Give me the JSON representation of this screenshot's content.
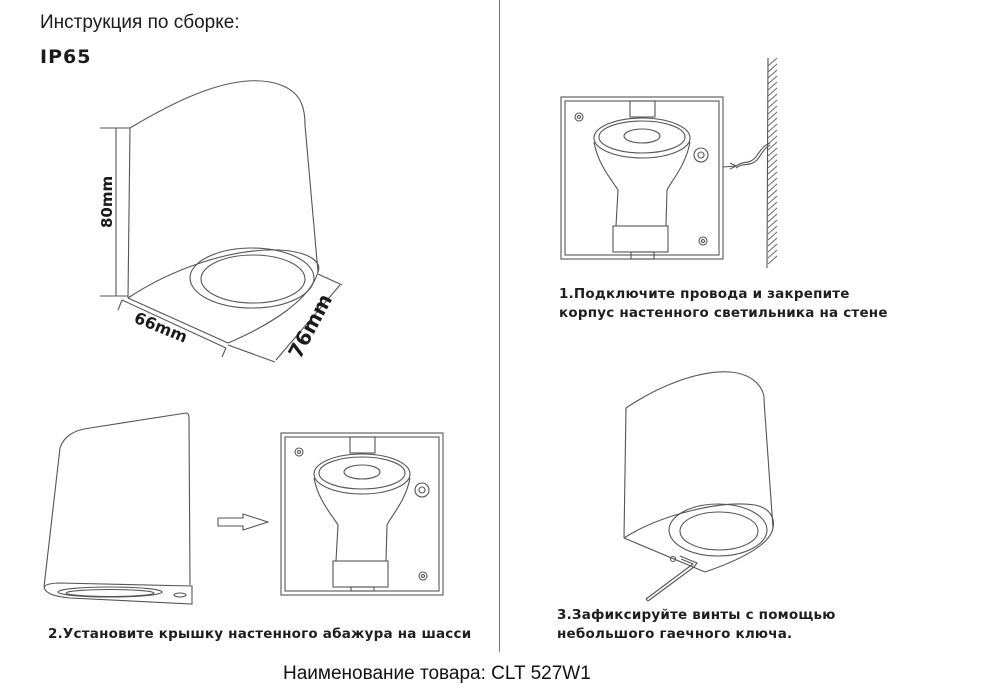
{
  "document": {
    "title": "Инструкция по сборке:",
    "rating": "IP65",
    "dimensions": {
      "height": "80mm",
      "width": "66mm",
      "depth": "76mm"
    },
    "steps": [
      {
        "number": 1,
        "text_line1": "1.Подключите провода и закрепите",
        "text_line2": "корпус настенного светильника на стене"
      },
      {
        "number": 2,
        "text_line1": "2.Установите крышку настенного абажура на шасси"
      },
      {
        "number": 3,
        "text_line1": "3.Зафиксируйте винты с помощью",
        "text_line2": "небольшого гаечного ключа."
      }
    ],
    "product_name": "Наименование товара: CLT 527W1"
  },
  "icons": {
    "arrow": "right-arrow-outline",
    "wall": "hatched-wall",
    "wire": "twisted-wire",
    "hex_key": "hex-key-wrench"
  }
}
